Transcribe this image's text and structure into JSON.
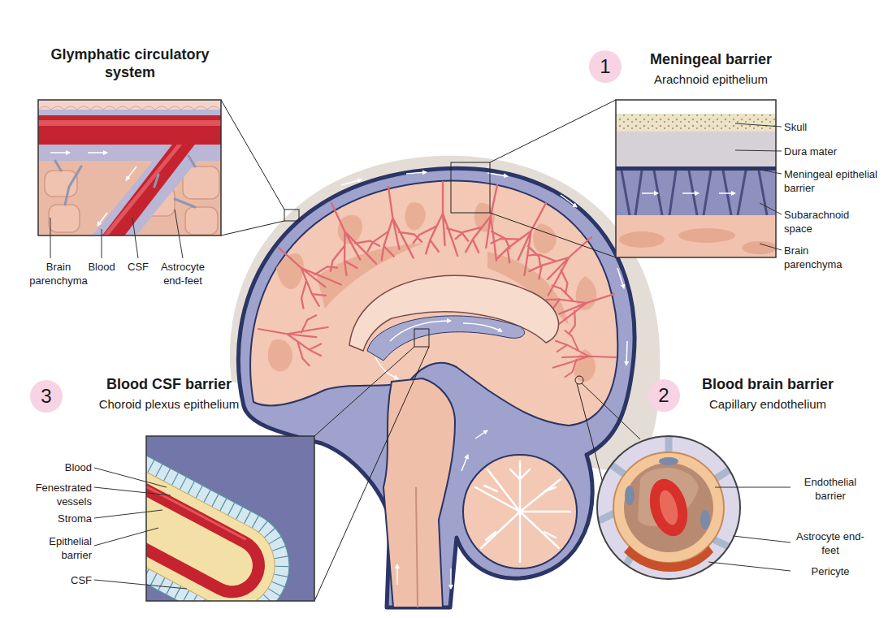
{
  "diagram": {
    "nodes": [
      {
        "text": [
          "Glymphatic circulatory system"
        ]
      },
      {
        "text": [
          "Meningeal barrier",
          "Arachnoid epithelium"
        ]
      },
      {
        "text": [
          "Blood CSF barrier",
          "Choroid plexus epithelium"
        ]
      },
      {
        "text": [
          "Blood brain barrier",
          "Capillary endothelium"
        ]
      }
    ],
    "labels": [
      "Brain parenchyma",
      "Blood",
      "CSF",
      "Astrocyte end-feet",
      "1",
      "Skull",
      "Dura mater",
      "Meningeal epithelial barrier",
      "Subarachnoid space",
      "Brain parenchyma",
      "3",
      "2",
      "Blood",
      "Fenestrated vessels",
      "Stroma",
      "Epithelial barrier",
      "CSF",
      "Endothelial barrier",
      "Astrocyte end-feet",
      "Pericyte"
    ]
  }
}
